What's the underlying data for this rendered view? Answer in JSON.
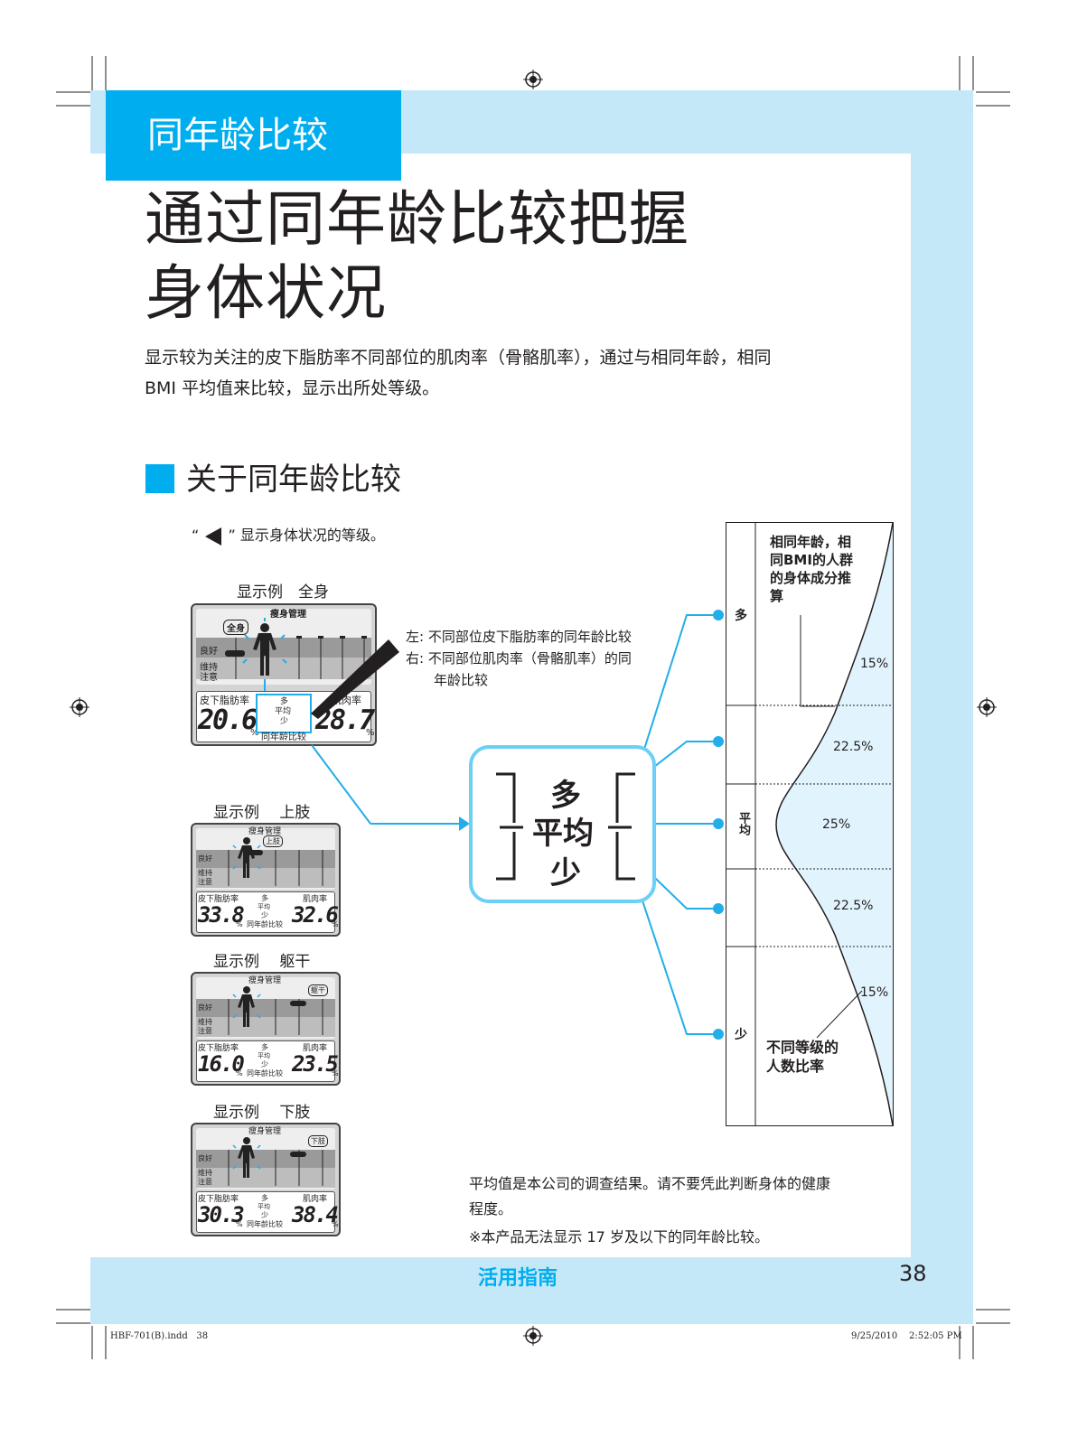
{
  "header": {
    "section_tab": "同年龄比较",
    "title_line1": "通过同年龄比较把握",
    "title_line2": "身体状况",
    "intro_line1": "显示较为关注的皮下脂肪率不同部位的肌肉率（骨骼肌率），通过与相同年龄，相同",
    "intro_line2": "BMI 平均值来比较，显示出所处等级。"
  },
  "section": {
    "heading": "关于同年龄比较",
    "note_prefix": "“",
    "note_suffix": "” 显示身体状况的等级。"
  },
  "callout": {
    "left": "左:  不同部位皮下脂肪率的同年龄比较",
    "right": "右:  不同部位肌肉率（骨骼肌率）的同",
    "right2": "年龄比较"
  },
  "displays": [
    {
      "caption": "显示例　全身",
      "mode": "全身",
      "header": "瘦身管理",
      "left_label": "皮下脂肪率",
      "right_label": "肌肉率",
      "left_value": "20.6",
      "right_value": "28.7",
      "unit": "%",
      "levels": [
        "良好",
        "维持",
        "注意"
      ],
      "compare": [
        "多",
        "平均",
        "少"
      ],
      "compare_label": "同年龄比较"
    },
    {
      "caption": "显示例　 上肢",
      "mode": "上肢",
      "header": "瘦身管理",
      "left_label": "皮下脂肪率",
      "right_label": "肌肉率",
      "left_value": "33.8",
      "right_value": "32.6",
      "unit": "%",
      "levels": [
        "良好",
        "维持",
        "注意"
      ],
      "compare": [
        "多",
        "平均",
        "少"
      ],
      "compare_label": "同年龄比较"
    },
    {
      "caption": "显示例　 躯干",
      "mode": "躯干",
      "header": "瘦身管理",
      "left_label": "皮下脂肪率",
      "right_label": "肌肉率",
      "left_value": "16.0",
      "right_value": "23.5",
      "unit": "%",
      "levels": [
        "良好",
        "维持",
        "注意"
      ],
      "compare": [
        "多",
        "平均",
        "少"
      ],
      "compare_label": "同年龄比较"
    },
    {
      "caption": "显示例　 下肢",
      "mode": "下肢",
      "header": "瘦身管理",
      "left_label": "皮下脂肪率",
      "right_label": "肌肉率",
      "left_value": "30.3",
      "right_value": "38.4",
      "unit": "%",
      "levels": [
        "良好",
        "维持",
        "注意"
      ],
      "compare": [
        "多",
        "平均",
        "少"
      ],
      "compare_label": "同年龄比较"
    }
  ],
  "comparison": {
    "top": "多",
    "middle": "平均",
    "bottom": "少"
  },
  "distribution": {
    "header": "相同年龄，相同BMI的人群的身体成分推算",
    "header_lines": [
      "相同年龄，相",
      "同BMI的人群",
      "的身体成分推",
      "算"
    ],
    "rows": [
      {
        "label": "多",
        "percent": "15%"
      },
      {
        "label": "",
        "percent": "22.5%"
      },
      {
        "label": "平均",
        "percent": "25%"
      },
      {
        "label": "",
        "percent": "22.5%"
      },
      {
        "label": "少",
        "percent": "15%"
      }
    ],
    "footer_lines": [
      "不同等级的",
      "人数比率"
    ]
  },
  "notes": {
    "line1": "平均值是本公司的调查结果。请不要凭此判断身体的健康",
    "line2": "程度。",
    "line3": "※本产品无法显示 17 岁及以下的同年龄比较。"
  },
  "footer": {
    "guide": "活用指南",
    "page_number": "38"
  },
  "slug": {
    "file": "HBF-701(B).indd   38",
    "timestamp": "9/25/2010    2:52:05 PM"
  },
  "colors": {
    "accent": "#00aeef",
    "light_blue": "#c5e8f8",
    "line_blue": "#6ccff6"
  },
  "icons": [
    "registration-mark-icon",
    "triangle-pointer-icon",
    "arrow-icon"
  ]
}
